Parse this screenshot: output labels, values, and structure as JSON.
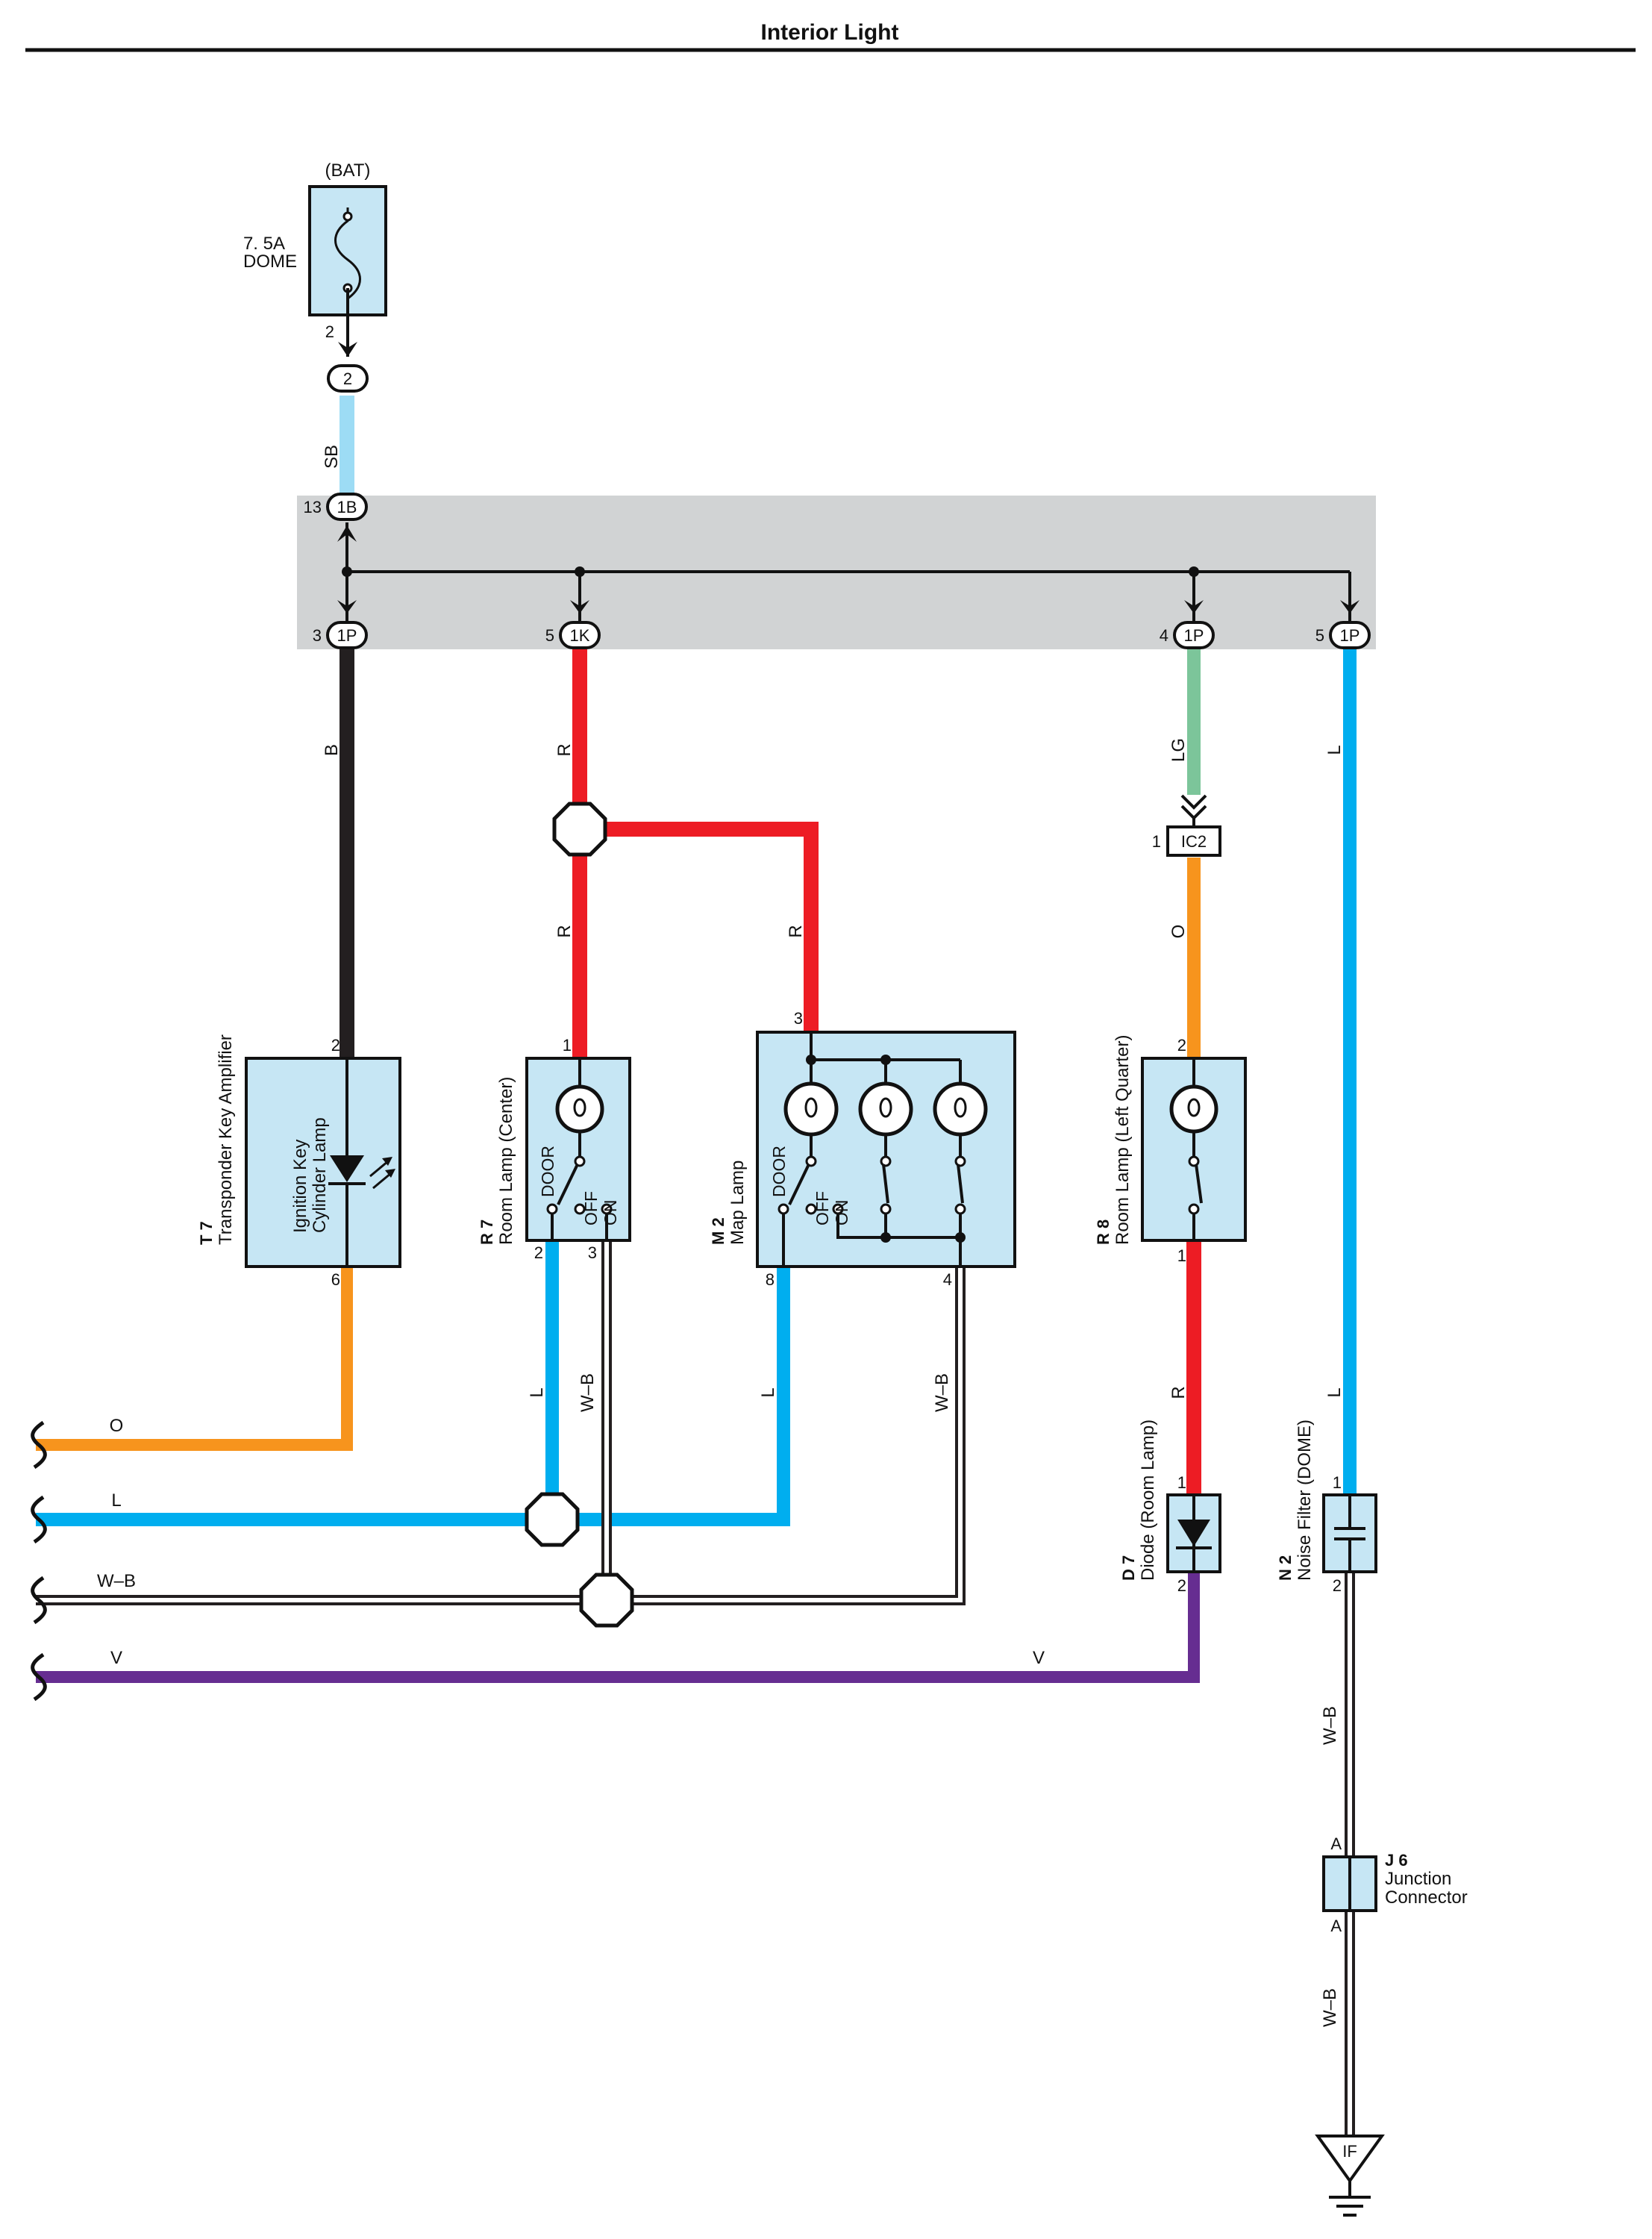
{
  "page": {
    "title": "Interior Light"
  },
  "colors": {
    "B": "#231f20",
    "R": "#ed1c24",
    "SB": "#9ddcf5",
    "LG": "#7cc59a",
    "O": "#f7941d",
    "L": "#00aeef",
    "V": "#662d91",
    "W-B": "#ffffff",
    "component_fill": "#c6e6f4",
    "junction_block": "#d1d3d4"
  },
  "fuse": {
    "source": "(BAT)",
    "rating": "7. 5A",
    "name": "DOME",
    "pin": "2",
    "connector": "2"
  },
  "junction_block": {
    "input": {
      "pin": "13",
      "connector": "1B"
    },
    "outputs": [
      {
        "pin": "3",
        "connector": "1P"
      },
      {
        "pin": "5",
        "connector": "1K"
      },
      {
        "pin": "4",
        "connector": "1P"
      },
      {
        "pin": "5",
        "connector": "1P"
      }
    ]
  },
  "inline_connector": {
    "pin": "1",
    "name": "IC2"
  },
  "wires": {
    "sb": "SB",
    "b": "B",
    "r_top": "R",
    "r_mid": "R",
    "r_map": "R",
    "lg": "LG",
    "o_r8": "O",
    "l_n2": "L",
    "l_r7": "L",
    "wb_r7": "W–B",
    "l_m2": "L",
    "wb_m2": "W–B",
    "r_d7": "R",
    "l_n2b": "L",
    "wb_n2": "W–B",
    "wb_j6": "W–B",
    "bus_o": "O",
    "bus_l": "L",
    "bus_wb": "W–B",
    "bus_v": "V",
    "bus_v2": "V"
  },
  "components": {
    "t7": {
      "code": "T 7",
      "name": "Transponder Key Amplifier",
      "inner_line1": "Ignition Key",
      "inner_line2": "Cylinder Lamp",
      "pin_top": "2",
      "pin_bottom": "6"
    },
    "r7": {
      "code": "R 7",
      "name": "Room Lamp (Center)",
      "sw_door": "DOOR",
      "sw_off": "OFF",
      "sw_on": "ON",
      "pin_top": "1",
      "pin_bl": "2",
      "pin_br": "3"
    },
    "m2": {
      "code": "M 2",
      "name": "Map Lamp",
      "sw_door": "DOOR",
      "sw_off": "OFF",
      "sw_on": "ON",
      "pin_top": "3",
      "pin_bl": "8",
      "pin_br": "4"
    },
    "r8": {
      "code": "R 8",
      "name": "Room Lamp (Left Quarter)",
      "pin_top": "2",
      "pin_bottom": "1"
    },
    "d7": {
      "code": "D 7",
      "name": "Diode (Room Lamp)",
      "pin_top": "1",
      "pin_bottom": "2"
    },
    "n2": {
      "code": "N 2",
      "name": "Noise Filter (DOME)",
      "pin_top": "1",
      "pin_bottom": "2"
    },
    "j6": {
      "code": "J 6",
      "name_line1": "Junction",
      "name_line2": "Connector",
      "pin_top": "A",
      "pin_bottom": "A"
    }
  },
  "ground": {
    "code": "IF"
  }
}
